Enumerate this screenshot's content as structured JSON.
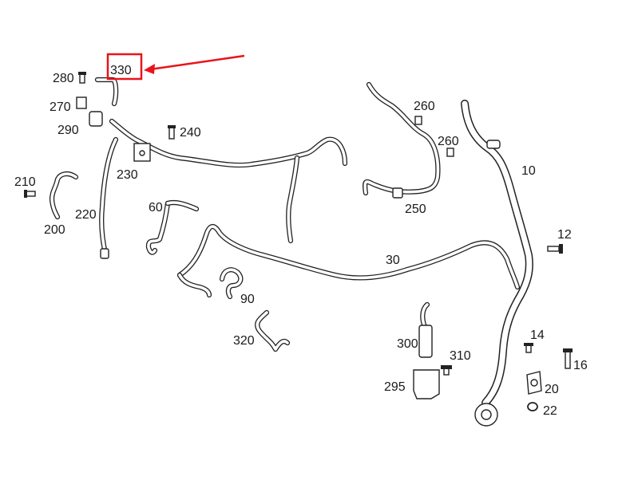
{
  "diagram": {
    "highlight_color": "#e8141b",
    "highlighted_part": "330",
    "labels": {
      "p330": "330",
      "p280": "280",
      "p270": "270",
      "p290": "290",
      "p240": "240",
      "p230": "230",
      "p210": "210",
      "p200": "200",
      "p220": "220",
      "p60": "60",
      "p260a": "260",
      "p260b": "260",
      "p250": "250",
      "p10": "10",
      "p12": "12",
      "p30": "30",
      "p90": "90",
      "p320": "320",
      "p300": "300",
      "p310": "310",
      "p295": "295",
      "p14": "14",
      "p16": "16",
      "p20": "20",
      "p22": "22"
    }
  }
}
